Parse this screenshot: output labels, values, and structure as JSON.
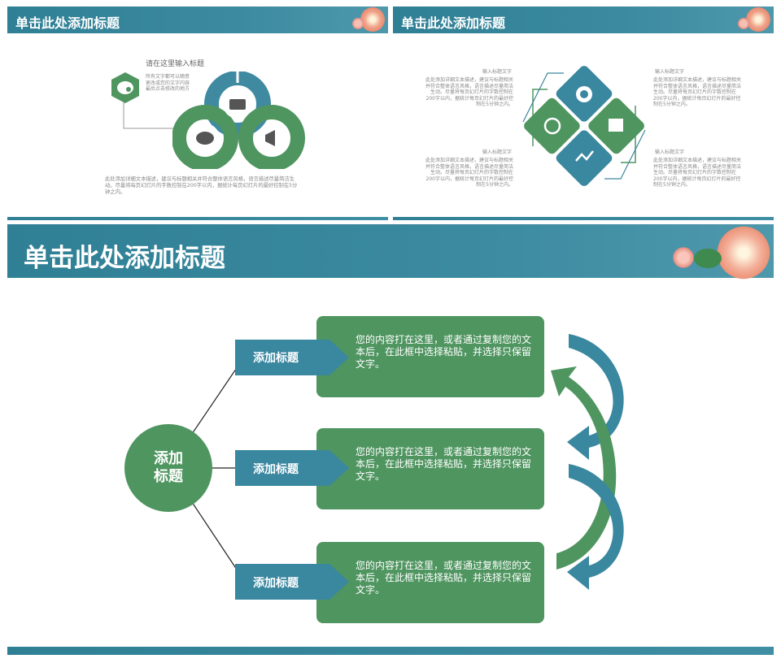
{
  "slide1": {
    "title": "单击此处添加标题",
    "input_title": "请在这里输入标题",
    "side_text": "所有文字都可以随意更改或您的文字内容 最后点击修改的地方",
    "body_text": "此处添加详细文本描述，建议与标题相关并符合整体语言风格，语言描述尽量简洁生动。尽量将每页幻灯片的字数控制在200字以内，据统计每页幻灯片的最好控制在5分钟之内。"
  },
  "slide2": {
    "title": "单击此处添加标题",
    "blocks": [
      {
        "heading": "输入标题文字",
        "text": "此处添加详细文本描述，建议与标题相关并符合整体语言风格，语言描述尽量简洁生动。尽量将每页幻灯片的字数控制在200字以内，据统计每页幻灯片的最好控制在5分钟之内。"
      },
      {
        "heading": "输入标题文字",
        "text": "此处添加详细文本描述，建议与标题相关并符合整体语言风格，语言描述尽量简洁生动。尽量将每页幻灯片的字数控制在200字以内，据统计每页幻灯片的最好控制在5分钟之内。"
      },
      {
        "heading": "输入标题文字",
        "text": "此处添加详细文本描述，建议与标题相关并符合整体语言风格，语言描述尽量简洁生动。尽量将每页幻灯片的字数控制在200字以内，据统计每页幻灯片的最好控制在5分钟之内。"
      },
      {
        "heading": "输入标题文字",
        "text": "此处添加详细文本描述，建议与标题相关并符合整体语言风格，语言描述尽量简洁生动。尽量将每页幻灯片的字数控制在200字以内，据统计每页幻灯片的最好控制在5分钟之内。"
      }
    ]
  },
  "slide3": {
    "title": "单击此处添加标题",
    "center_label": "添加\n标题",
    "items": [
      {
        "label": "添加标题",
        "text": "您的内容打在这里，或者通过复制您的文本后，在此框中选择粘贴，并选择只保留文字。"
      },
      {
        "label": "添加标题",
        "text": "您的内容打在这里，或者通过复制您的文本后，在此框中选择粘贴，并选择只保留文字。"
      },
      {
        "label": "添加标题",
        "text": "您的内容打在这里，或者通过复制您的文本后，在此框中选择粘贴，并选择只保留文字。"
      }
    ]
  },
  "colors": {
    "teal": "#3a87a0",
    "green": "#4f9560",
    "dark_teal": "#2f7f95"
  }
}
